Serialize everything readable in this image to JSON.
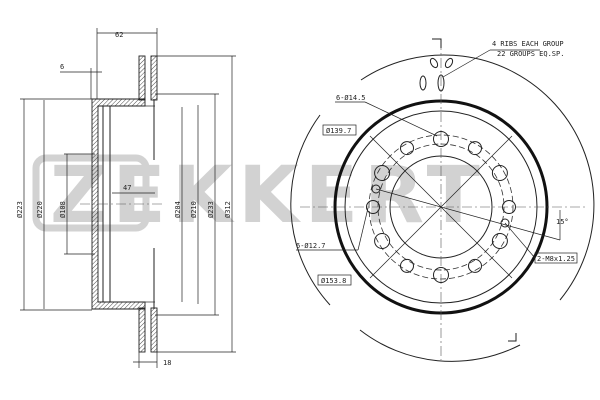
{
  "logo": {
    "text": "ZEKKERT"
  },
  "side_view": {
    "dim_width": "62",
    "dim_flange": "6",
    "dim_offset": "47",
    "dim_thickness": "18",
    "dia_223": "Ø223",
    "dia_220": "Ø220",
    "dia_108": "Ø108",
    "dia_204": "Ø204",
    "dia_210": "Ø210",
    "dia_233": "Ø233",
    "dia_312": "Ø312"
  },
  "front_view": {
    "ribs_line1": "4 RIBS EACH GROUP",
    "ribs_line2": "22 GROUPS EQ.SP.",
    "holes_large": "6-Ø14.5",
    "pcd_1": "Ø139.7",
    "holes_small": "6-Ø12.7",
    "pcd_2": "Ø153.8",
    "threads": "2-M8x1.25",
    "angle": "15°"
  }
}
